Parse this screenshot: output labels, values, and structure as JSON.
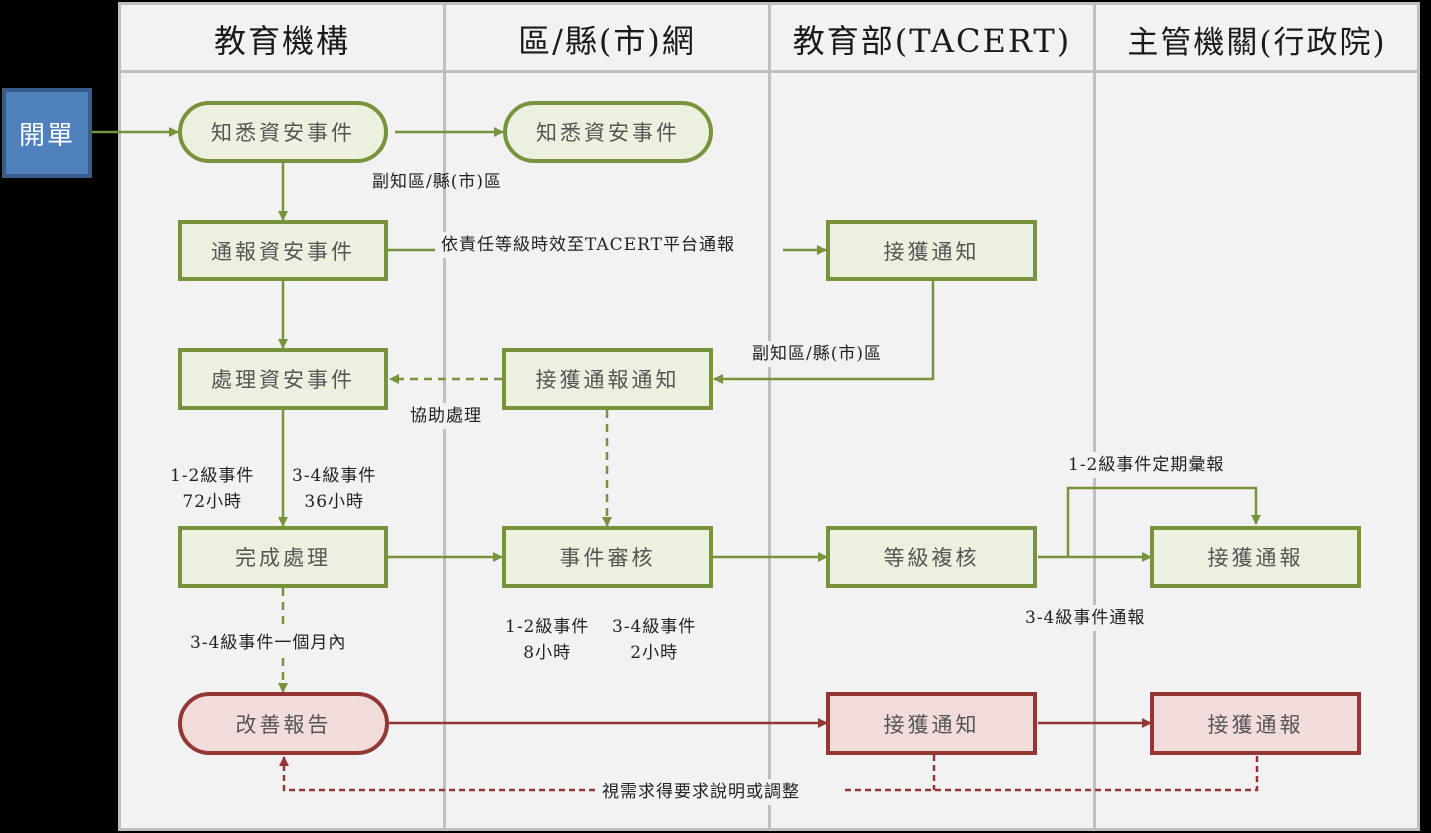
{
  "colors": {
    "frame_bg": "#f2f2f2",
    "lane_line": "#bfbfbf",
    "green_border": "#77933c",
    "green_fill": "#ebf1de",
    "red_border": "#943634",
    "red_fill": "#f2dcdb",
    "start_fill": "#4f81bd",
    "start_border": "#385d8a"
  },
  "lanes": [
    {
      "title": "教育機構"
    },
    {
      "title": "區/縣(市)網"
    },
    {
      "title": "教育部(TACERT)"
    },
    {
      "title": "主管機關(行政院)"
    }
  ],
  "nodes": {
    "start": "開單",
    "aware_school": "知悉資安事件",
    "aware_district": "知悉資安事件",
    "report_incident": "通報資安事件",
    "moe_receive_notice": "接獲通知",
    "handle_incident": "處理資安事件",
    "district_receive": "接獲通報通知",
    "complete_handling": "完成處理",
    "incident_review": "事件審核",
    "level_review": "等級複核",
    "exec_receive_report": "接獲通報",
    "improvement_report": "改善報告",
    "moe_receive_notice_2": "接獲通知",
    "exec_receive_report_2": "接獲通報"
  },
  "labels": {
    "cc_district_1": "副知區/縣(市)區",
    "report_to_tacert": "依責任等級時效至TACERT平台通報",
    "cc_district_2": "副知區/縣(市)區",
    "assist_handling": "協助處理",
    "level12_handle": [
      "1-2級事件",
      "72小時"
    ],
    "level34_handle": [
      "3-4級事件",
      "36小時"
    ],
    "improve_deadline": "3-4級事件一個月內",
    "level12_review": [
      "1-2級事件",
      "8小時"
    ],
    "level34_review": [
      "3-4級事件",
      "2小時"
    ],
    "periodic_report": "1-2級事件定期彙報",
    "level34_report": "3-4級事件通報",
    "request_explain": "視需求得要求說明或調整"
  }
}
